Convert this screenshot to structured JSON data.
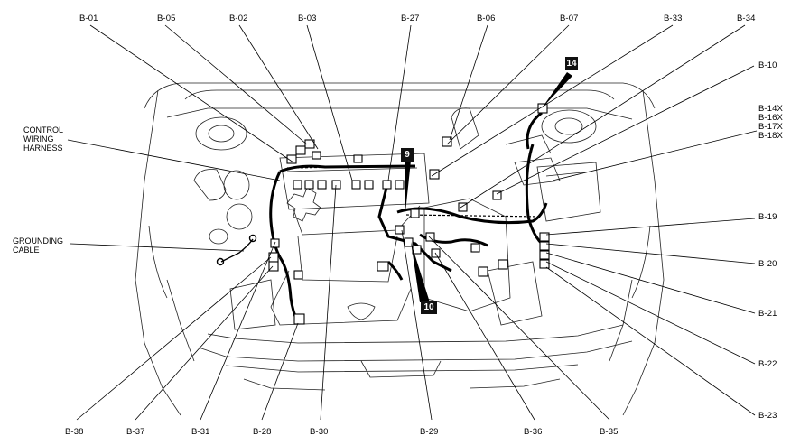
{
  "labels": {
    "b01": "B-01",
    "b05": "B-05",
    "b02": "B-02",
    "b03": "B-03",
    "b27": "B-27",
    "b06": "B-06",
    "b07": "B-07",
    "b33": "B-33",
    "b34": "B-34",
    "b10": "B-10",
    "b14x": "B-14X",
    "b16x": "B-16X",
    "b17x": "B-17X",
    "b18x": "B-18X",
    "b19": "B-19",
    "b20": "B-20",
    "b21": "B-21",
    "b22": "B-22",
    "b23": "B-23",
    "b38": "B-38",
    "b37": "B-37",
    "b31": "B-31",
    "b28": "B-28",
    "b30": "B-30",
    "b29": "B-29",
    "b36": "B-36",
    "b35": "B-35"
  },
  "notes": {
    "control_line1": "CONTROL",
    "control_line2": "WIRING",
    "control_line3": "HARNESS",
    "ground_line1": "GROUNDING",
    "ground_line2": "CABLE"
  },
  "badges": {
    "n14": "14",
    "n9": "9",
    "n10": "10"
  }
}
